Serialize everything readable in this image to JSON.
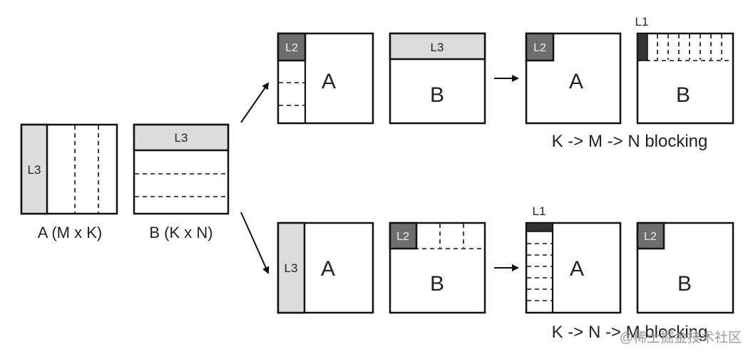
{
  "labels": {
    "l1": "L1",
    "l2": "L2",
    "l3": "L3",
    "a": "A",
    "b": "B"
  },
  "captions": {
    "matrix_a": "A (M x K)",
    "matrix_b": "B (K x N)",
    "top_order": "K -> M -> N  blocking",
    "bottom_order": "K -> N -> M  blocking"
  },
  "watermark": "@稀土掘金技术社区",
  "colors": {
    "l3_fill": "#dcdcdc",
    "l2_fill": "#6e6e6e",
    "l1_fill": "#333333",
    "stroke": "#111111"
  }
}
